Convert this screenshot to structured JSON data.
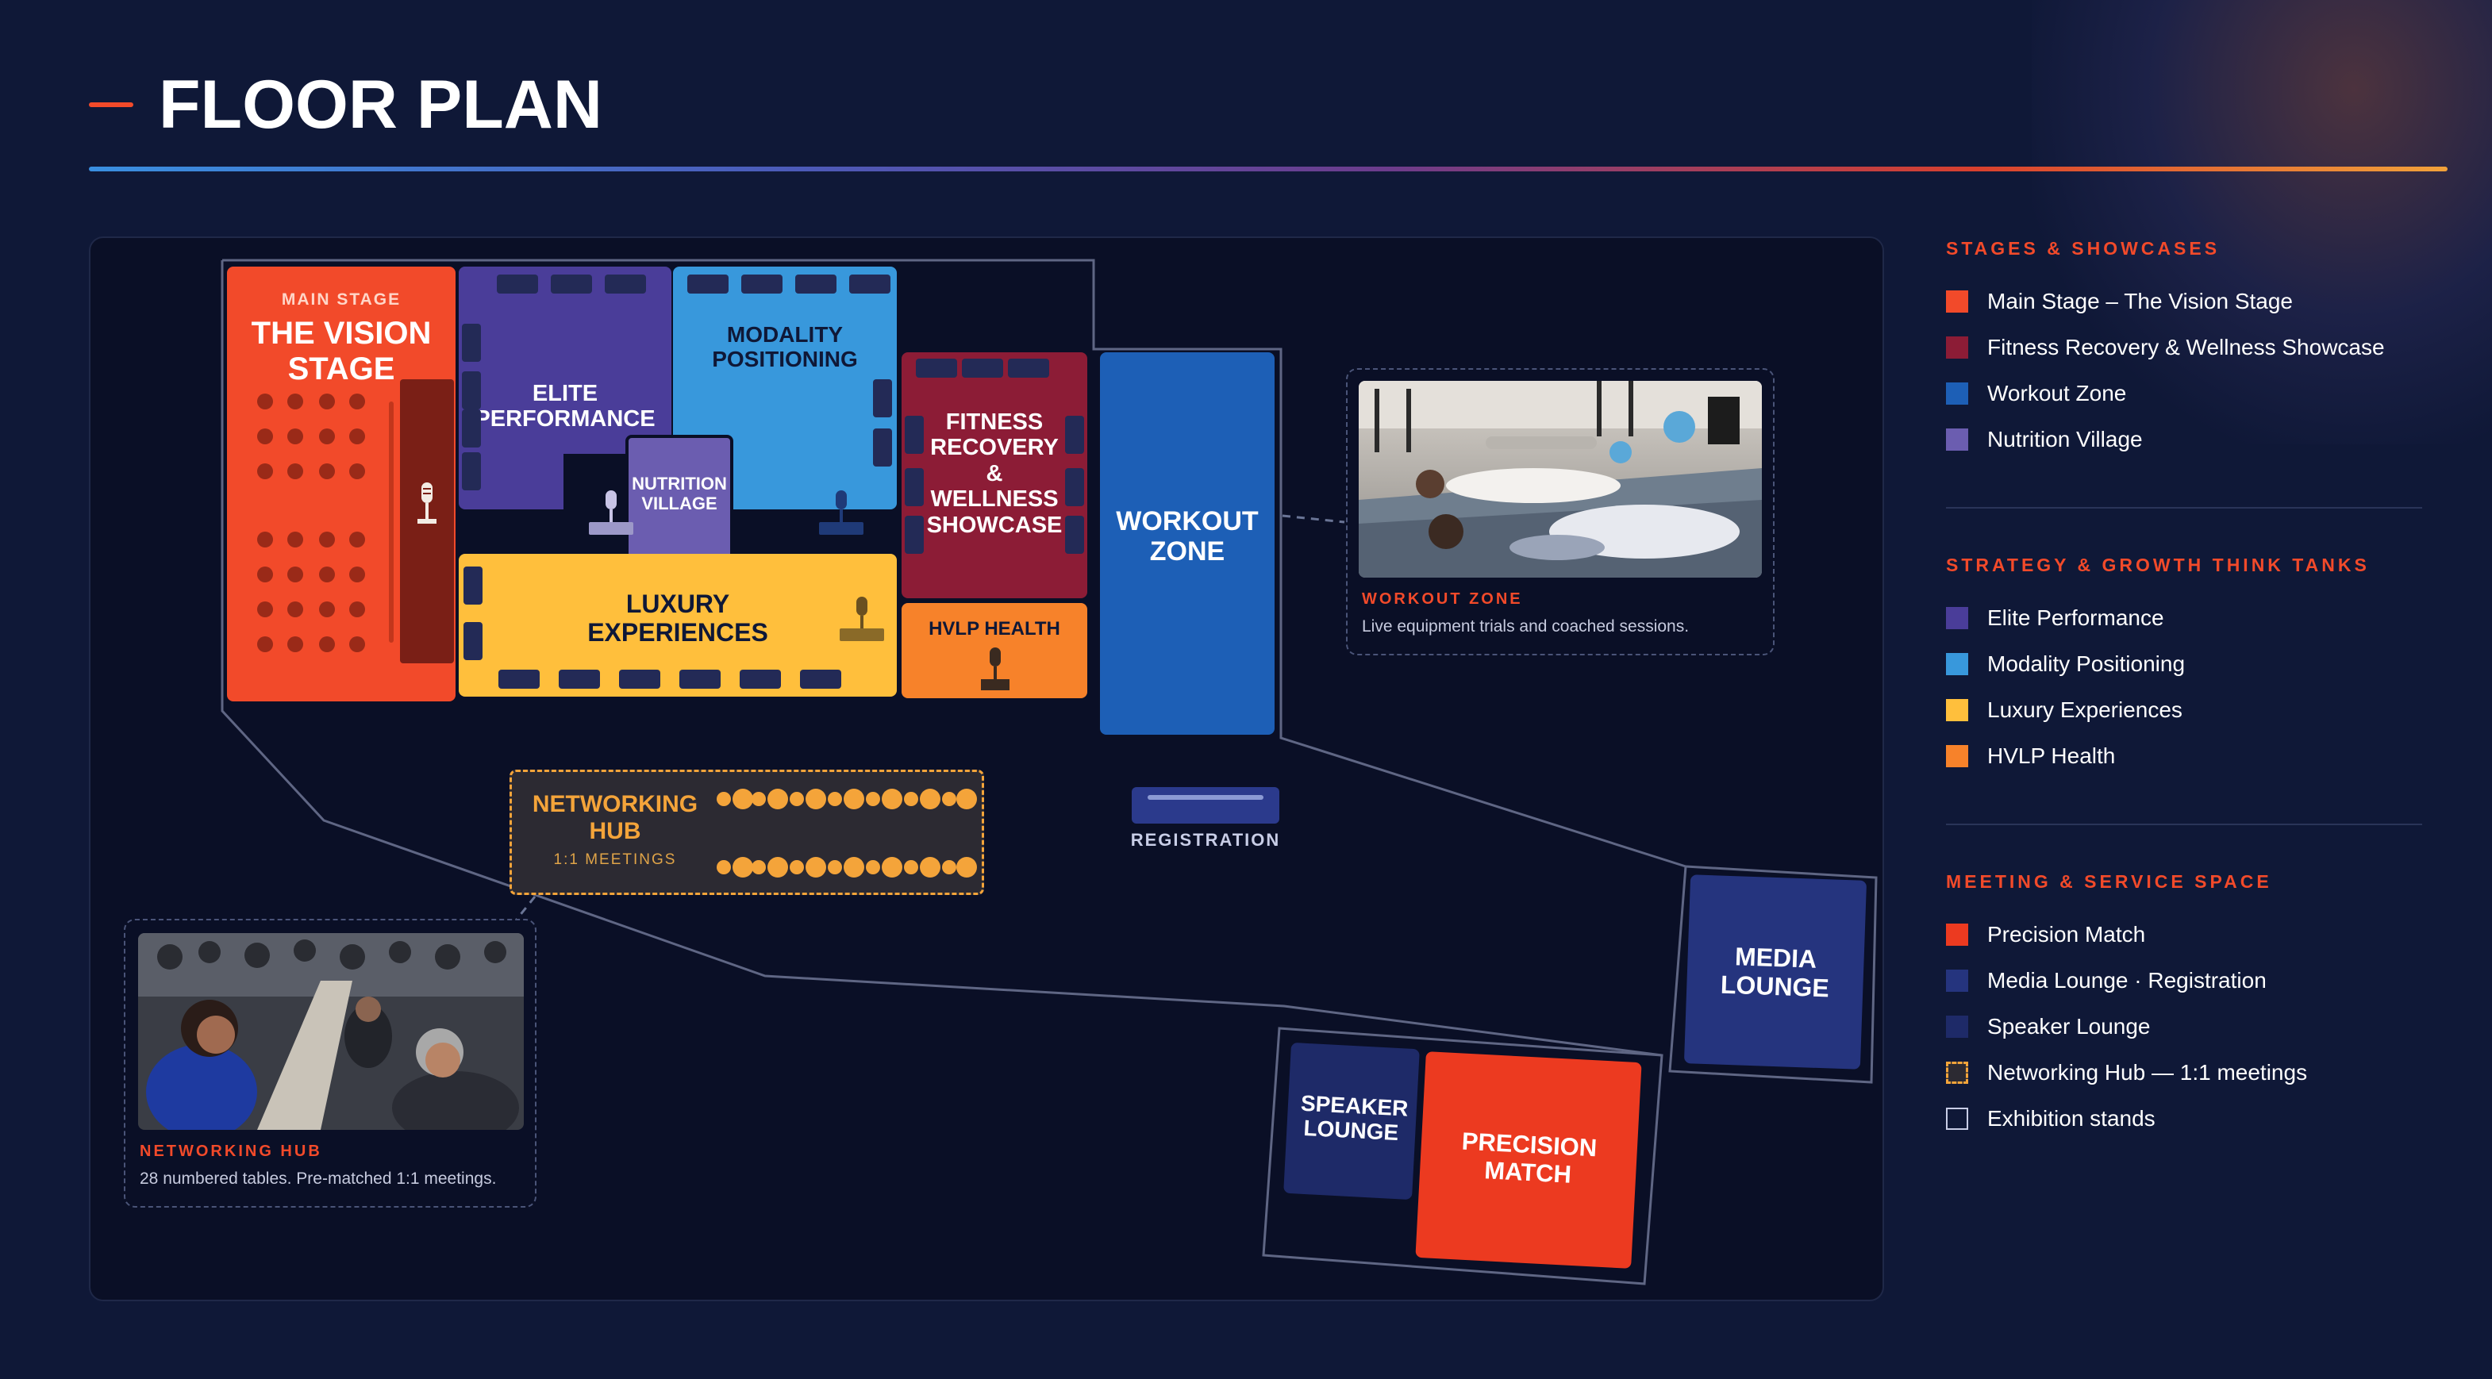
{
  "page": {
    "title": "FLOOR PLAN"
  },
  "colors": {
    "background": "#0f1837",
    "accent": "#f24a2a",
    "main_stage": "#f24a2a",
    "fitness": "#8c1c36",
    "workout": "#1d5fb6",
    "nutrition": "#6b5db0",
    "elite": "#4a3d99",
    "modality": "#3898dc",
    "luxury": "#ffbf3c",
    "hvlp": "#f7822a",
    "precision": "#ec3a20",
    "media": "#25347e",
    "speaker": "#1e2a68",
    "networking": "#f4a43a"
  },
  "map": {
    "main_stage": {
      "eyebrow": "MAIN STAGE",
      "title": "THE VISION STAGE"
    },
    "elite": {
      "title": "ELITE PERFORMANCE"
    },
    "modality": {
      "title": "MODALITY POSITIONING"
    },
    "nutrition": {
      "title": "NUTRITION VILLAGE"
    },
    "fitness": {
      "title": "FITNESS RECOVERY & WELLNESS SHOWCASE"
    },
    "luxury": {
      "title": "LUXURY EXPERIENCES"
    },
    "hvlp": {
      "title": "HVLP HEALTH"
    },
    "workout": {
      "title": "WORKOUT ZONE"
    },
    "networking": {
      "title": "NETWORKING HUB",
      "subtitle": "1:1 MEETINGS"
    },
    "registration": {
      "title": "REGISTRATION"
    },
    "media": {
      "title": "MEDIA LOUNGE"
    },
    "speaker": {
      "title": "SPEAKER LOUNGE"
    },
    "precision": {
      "title": "PRECISION MATCH"
    },
    "workout_card": {
      "caption": "WORKOUT ZONE",
      "description": "Live equipment trials and coached sessions."
    },
    "networking_card": {
      "caption": "NETWORKING HUB",
      "description": "28 numbered tables. Pre-matched 1:1 meetings."
    }
  },
  "legend": {
    "sections": [
      {
        "heading": "STAGES & SHOWCASES",
        "items": [
          {
            "label": "Main Stage – The Vision Stage",
            "color": "#f24a2a"
          },
          {
            "label": "Fitness Recovery & Wellness Showcase",
            "color": "#8c1c36"
          },
          {
            "label": "Workout Zone",
            "color": "#1d5fb6"
          },
          {
            "label": "Nutrition Village",
            "color": "#6b5db0"
          }
        ]
      },
      {
        "heading": "STRATEGY & GROWTH THINK TANKS",
        "items": [
          {
            "label": "Elite Performance",
            "color": "#4a3d99"
          },
          {
            "label": "Modality Positioning",
            "color": "#3898dc"
          },
          {
            "label": "Luxury Experiences",
            "color": "#ffbf3c"
          },
          {
            "label": "HVLP Health",
            "color": "#f7822a"
          }
        ]
      },
      {
        "heading": "MEETING & SERVICE SPACE",
        "items": [
          {
            "label": "Precision Match",
            "color": "#ec3a20"
          },
          {
            "label": "Media Lounge · Registration",
            "color": "#25347e"
          },
          {
            "label": "Speaker Lounge",
            "color": "#1e2a68"
          },
          {
            "label": "Networking Hub — 1:1 meetings",
            "color": "#f4a43a"
          },
          {
            "label": "Exhibition stands",
            "color": "#ffffff"
          }
        ]
      }
    ]
  }
}
